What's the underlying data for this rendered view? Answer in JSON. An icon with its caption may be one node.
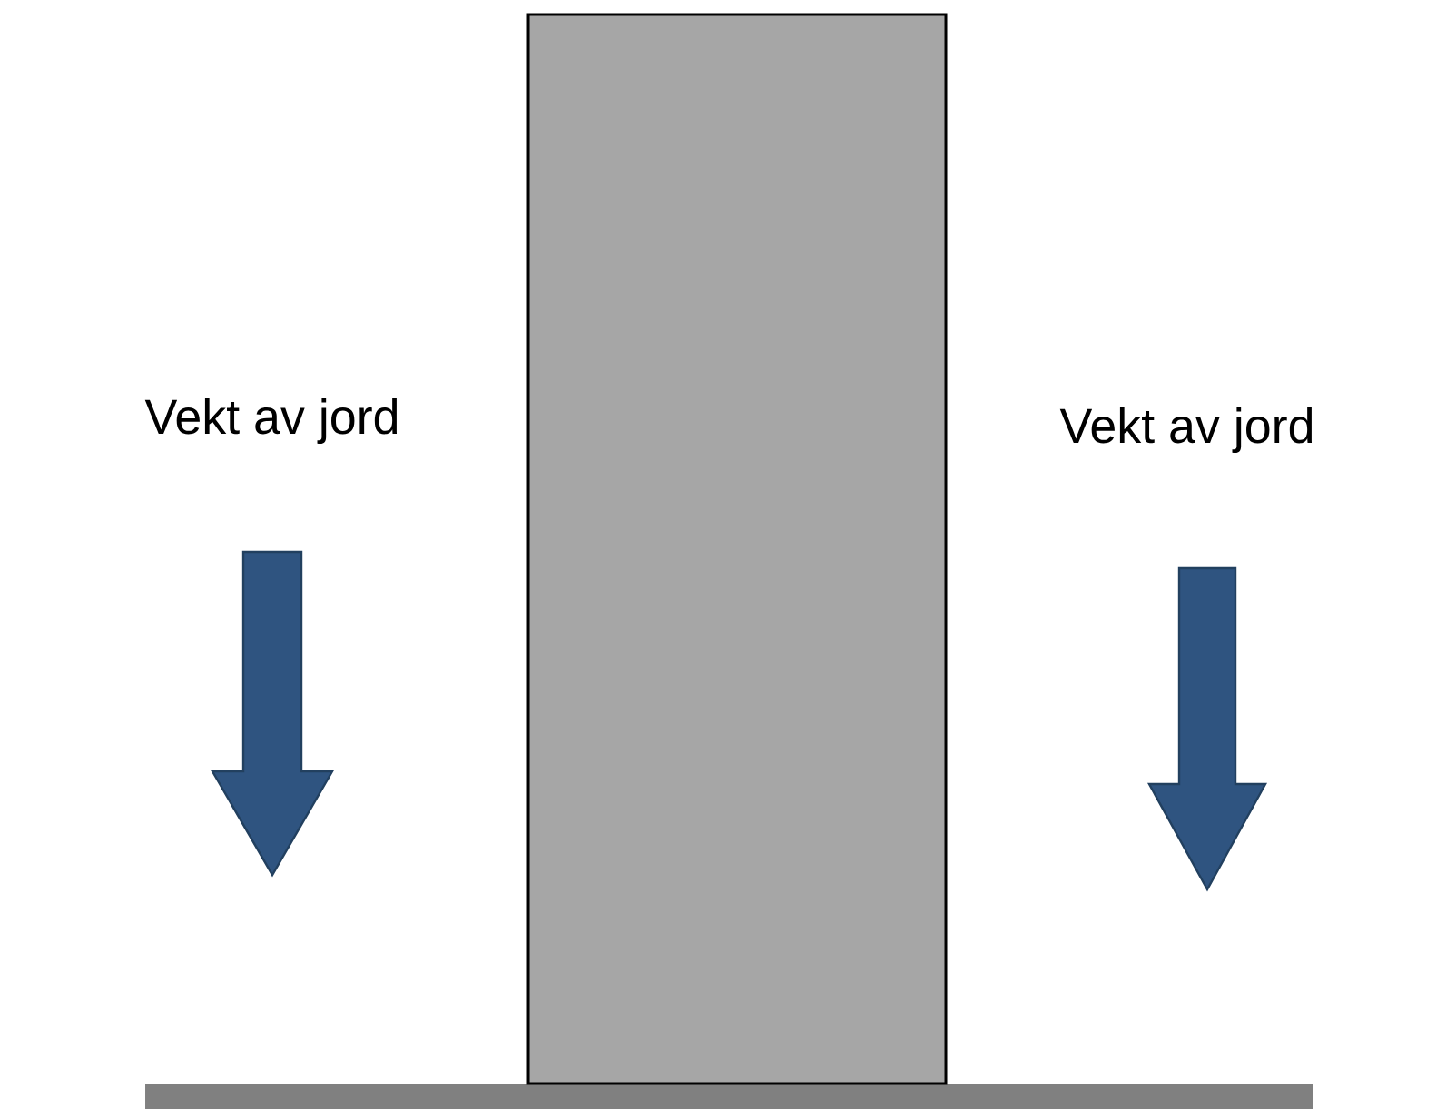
{
  "diagram": {
    "nodes": [
      {
        "text": [],
        "shape": "box"
      }
    ],
    "labels": [
      "Vekt av jord",
      "Vekt av jord"
    ]
  }
}
